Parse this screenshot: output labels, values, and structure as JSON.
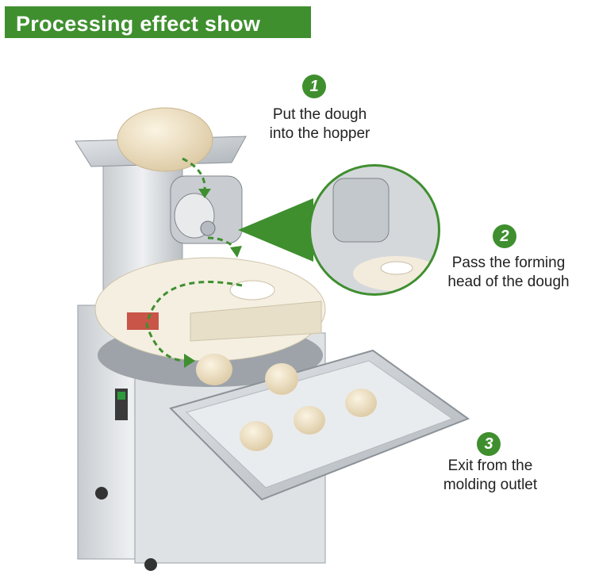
{
  "banner": {
    "title": "Processing effect show"
  },
  "steps": [
    {
      "number": "1",
      "line1": "Put the dough",
      "line2": "into the hopper"
    },
    {
      "number": "2",
      "line1": "Pass the forming",
      "line2": "head of the dough"
    },
    {
      "number": "3",
      "line1": "Exit from the",
      "line2": "molding outlet"
    }
  ],
  "colors": {
    "accent": "#3f8f2f",
    "steel": "#d6d9dc",
    "dough": "#efe3c8"
  }
}
